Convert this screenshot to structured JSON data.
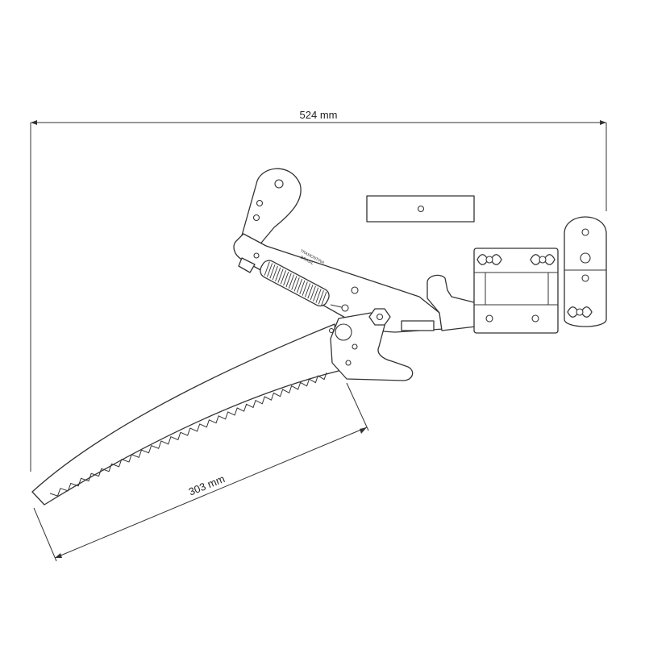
{
  "dimensions": {
    "overall_width": "524 mm",
    "blade_length": "303 mm"
  },
  "branding": {
    "line1": "TRAMONTINA",
    "line2": "BRASIL"
  },
  "colors": {
    "stroke": "#333333",
    "background": "#ffffff"
  }
}
